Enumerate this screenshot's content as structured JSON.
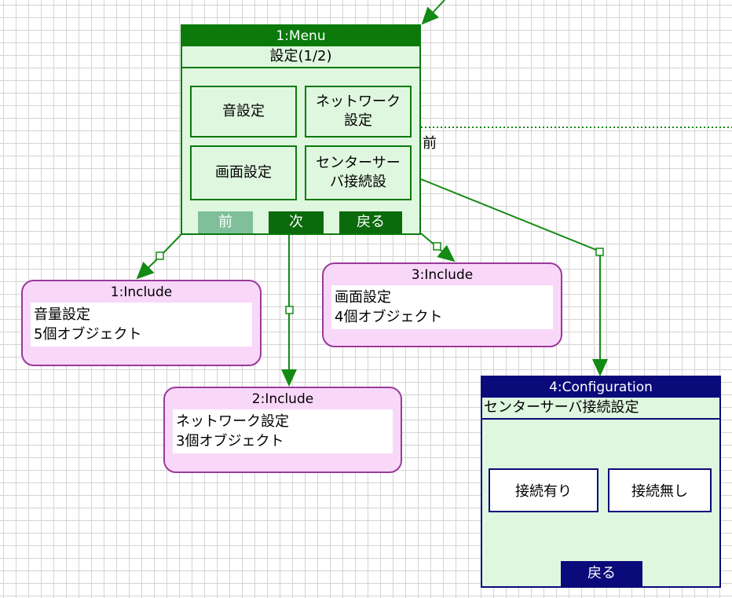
{
  "menu_node": {
    "header": "1:Menu",
    "subtitle": "設定(1/2)",
    "buttons": {
      "sound": "音設定",
      "network_line1": "ネットワーク",
      "network_line2": "設定",
      "screen": "画面設定",
      "center_line1": "センターサー",
      "center_line2": "バ接続設"
    },
    "nav": {
      "prev": "前",
      "next": "次",
      "back": "戻る"
    }
  },
  "include_nodes": [
    {
      "title": "1:Include",
      "name": "音量設定",
      "count": "5個オブジェクト"
    },
    {
      "title": "2:Include",
      "name": "ネットワーク設定",
      "count": "3個オブジェクト"
    },
    {
      "title": "3:Include",
      "name": "画面設定",
      "count": "4個オブジェクト"
    }
  ],
  "config_node": {
    "header": "4:Configuration",
    "subtitle": "センターサーバ接続設定",
    "buttons": {
      "connect_yes": "接続有り",
      "connect_no": "接続無し",
      "back": "戻る"
    }
  },
  "edge_labels": {
    "prev": "前"
  },
  "colors": {
    "menu_green": "#0b7a0b",
    "node_fill_green": "#dff7df",
    "include_fill": "#f9d7f9",
    "include_border": "#9a3a9a",
    "config_navy": "#0a0a7a",
    "nav_disabled": "#7fbf9a",
    "edge_green": "#138a13"
  }
}
